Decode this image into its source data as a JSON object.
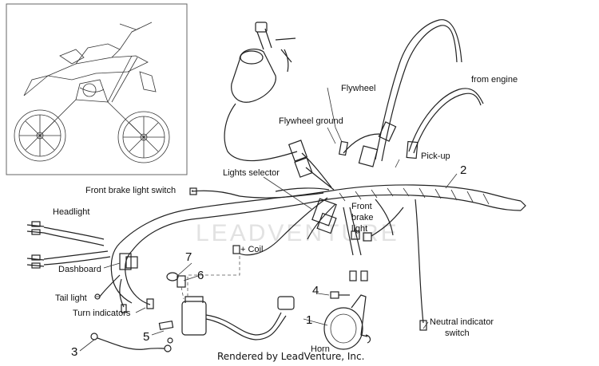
{
  "watermark": "LEADVENTURE",
  "credit": "Rendered by LeadVenture, Inc.",
  "labels": {
    "flywheel": "Flywheel",
    "from_engine": "from engine",
    "flywheel_ground": "Flywheel ground",
    "pick_up": "Pick-up",
    "lights_selector": "Lights selector",
    "front_brake_light_switch": "Front brake light switch",
    "headlight": "Headlight",
    "front_brake_light_l1": "Front",
    "front_brake_light_l2": "brake",
    "front_brake_light_l3": "light",
    "coil": "+ Coil",
    "dashboard": "Dashboard",
    "tail_light": "Tail light",
    "turn_indicators": "Turn indicators",
    "neutral_switch_l1": "Neutral indicator",
    "neutral_switch_l2": "switch",
    "horn": "Horn"
  },
  "callouts": {
    "n1": "1",
    "n2": "2",
    "n3": "3",
    "n4": "4",
    "n5": "5",
    "n6": "6",
    "n7": "7"
  }
}
